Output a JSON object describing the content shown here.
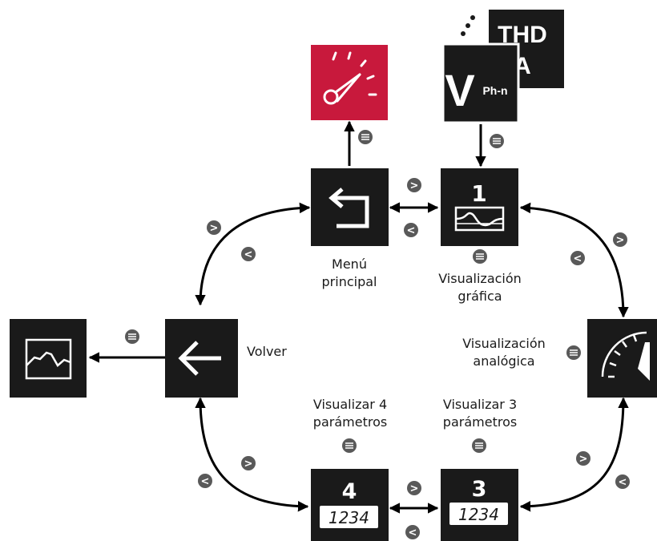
{
  "colors": {
    "tile": "#1a1a1a",
    "accent": "#c8193c",
    "nav_button": "#595959",
    "connector": "#000000",
    "background": "#ffffff"
  },
  "nodes": {
    "main_menu": {
      "label_line1": "Menú",
      "label_line2": "principal",
      "icon": "return-arrow-icon"
    },
    "graphic": {
      "label_line1": "Visualización",
      "label_line2": "gráfica",
      "number": "1",
      "icon": "sine-wave-icon"
    },
    "analog": {
      "label_line1": "Visualización",
      "label_line2": "analógica",
      "icon": "gauge-needle-icon"
    },
    "back": {
      "label": "Volver",
      "icon": "left-arrow-icon"
    },
    "four_params": {
      "label_line1": "Visualizar 4",
      "label_line2": "parámetros",
      "number": "4",
      "value": "1234"
    },
    "three_params": {
      "label_line1": "Visualizar 3",
      "label_line2": "parámetros",
      "number": "3",
      "value": "1234"
    },
    "top_gauge": {
      "icon": "speedometer-icon"
    },
    "top_measurements": {
      "back_text_1": "THD",
      "back_text_2": "A",
      "front_text": "V",
      "front_subscript": "Ph-n",
      "icon": "more-dots-icon"
    },
    "graph_view": {
      "icon": "line-graph-icon"
    }
  },
  "buttons": {
    "next": ">",
    "previous": "<",
    "menu_icon": "menu-lines-icon"
  }
}
